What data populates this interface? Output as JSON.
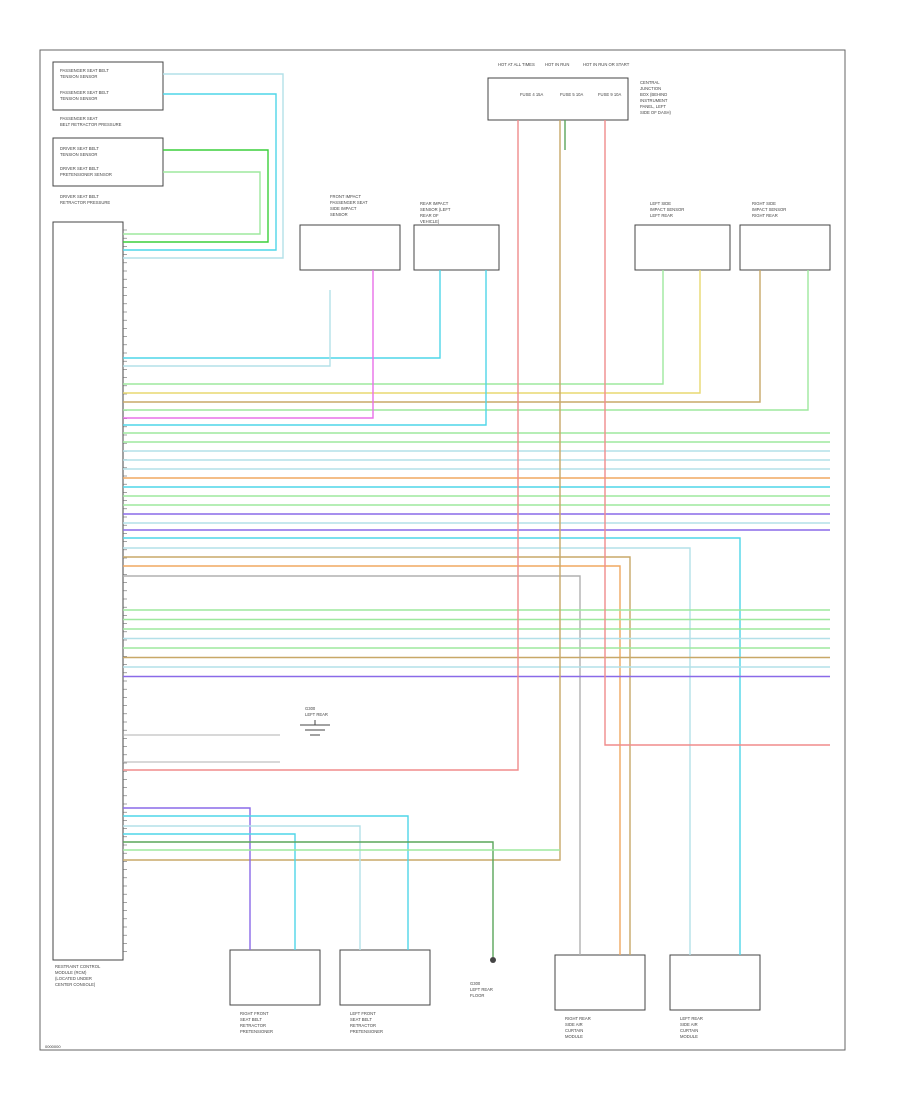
{
  "diagram_code": "0000000",
  "top_sensors": {
    "lines": [
      "PASSENGER SEAT BELT",
      "TENSION SENSOR",
      "PASSENGER SEAT BELT",
      "TENSION SENSOR",
      "PASSENGER SEAT",
      "BELT RETRACTOR PRESSURE"
    ]
  },
  "driver_sensors": {
    "lines": [
      "DRIVER SEAT BELT",
      "TENSION SENSOR",
      "DRIVER SEAT BELT",
      "PRETENSIONER SENSOR",
      "DRIVER SEAT BELT",
      "RETRACTOR PRESSURE"
    ]
  },
  "fuse_block": {
    "title": [
      "HOT AT ALL TIMES",
      "HOT IN RUN",
      "HOT IN RUN OR START"
    ],
    "fuses": [
      "FUSE 4 15A",
      "FUSE 5 10A",
      "FUSE 9 10A"
    ],
    "caption": [
      "CENTRAL",
      "JUNCTION",
      "BOX (BEHIND",
      "INSTRUMENT",
      "PANEL, LEFT",
      "SIDE OF DASH)"
    ]
  },
  "front_impact": {
    "lines": [
      "FRONT IMPACT",
      "PASSENGER SEAT",
      "SIDE IMPACT",
      "SENSOR"
    ]
  },
  "rear_impact": {
    "lines": [
      "REAR IMPACT",
      "SENSOR (LEFT",
      "REAR OF",
      "VEHICLE)"
    ]
  },
  "side_left": {
    "lines": [
      "LEFT SIDE",
      "IMPACT SENSOR",
      "LEFT REAR"
    ]
  },
  "side_right": {
    "lines": [
      "RIGHT SIDE",
      "IMPACT SENSOR",
      "RIGHT REAR"
    ]
  },
  "module": {
    "lines": [
      "RESTRAINT CONTROL",
      "MODULE (RCM)",
      "(LOCATED UNDER",
      "CENTER CONSOLE)"
    ]
  },
  "ground": {
    "lines": [
      "G300",
      "LEFT REAR",
      "FLOOR"
    ]
  },
  "bottom_modules": [
    {
      "lines": [
        "RIGHT FRONT",
        "SEAT BELT",
        "RETRACTOR",
        "PRETENSIONER"
      ]
    },
    {
      "lines": [
        "LEFT FRONT",
        "SEAT BELT",
        "RETRACTOR",
        "PRETENSIONER"
      ]
    },
    {
      "lines": [
        "RIGHT REAR",
        "SIDE AIR",
        "CURTAIN",
        "MODULE"
      ]
    },
    {
      "lines": [
        "LEFT REAR",
        "SIDE AIR",
        "CURTAIN",
        "MODULE"
      ]
    }
  ],
  "wire_colors": {
    "lt_blue": "#b3e0e8",
    "cyan": "#4fd6e8",
    "green": "#3ccf3c",
    "lt_green": "#9ee89e",
    "pink": "#f08c8c",
    "magenta": "#e870e8",
    "violet": "#8a6ae8",
    "tan": "#c8a868",
    "yellow": "#e8d870",
    "orange": "#f0a860",
    "gray": "#b0b0b0",
    "dk_green": "#5aa55a"
  },
  "wires": [
    "LT BLU/YEL",
    "LT BLU/WHT",
    "DK GRN/WHT",
    "LT GRN/YEL",
    "LT GRN/VIO",
    "LT GRN/ORG",
    "LT BLU/VIO",
    "LT BLU/RED",
    "WHT/LT BLU",
    "VIO/ORG",
    "LT BLU/ORG",
    "VIO/LT GRN",
    "LT BLU/WHT",
    "LT GRN/RED",
    "LT GRN/BLK",
    "LT GRN/ORG",
    "LT BLU/YEL",
    "LT BLU/WHT",
    "PNK/LT GRN",
    "BRN/LT BLU",
    "LT GRN/VIO",
    "LT BLU/WHT",
    "DK GRN/ORG",
    "LT BLU/VIO"
  ]
}
